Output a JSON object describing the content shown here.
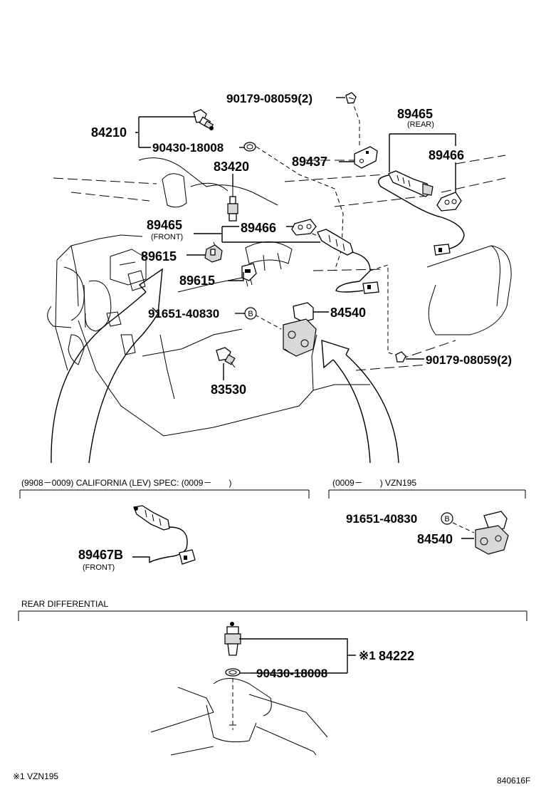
{
  "labels": {
    "bolt_upper": "90179-08059(2)",
    "sensor_84210": "84210",
    "gasket_upper": "90430-18008",
    "o2_rear_no": "89465",
    "o2_rear_sub": "(REAR)",
    "bracket": "89437",
    "gasket_rear": "89466",
    "sensor_83420": "83420",
    "o2_front_no": "89465",
    "o2_front_sub": "(FRONT)",
    "gasket_front": "89466",
    "sensor_89615_a": "89615",
    "sensor_89615_b": "89615",
    "screw": "91651-40830",
    "screw_marker": "B",
    "throttle_sensor": "84540",
    "bolt_lower": "90179-08059(2)",
    "sensor_83530": "83530",
    "alt_o2_no": "89467B",
    "alt_o2_sub": "(FRONT)",
    "alt_screw": "91651-40830",
    "alt_screw_marker": "B",
    "alt_throttle_sensor": "84540",
    "diff_gasket": "90430-18008",
    "diff_sensor_note": "※1",
    "diff_sensor": "84222"
  },
  "sections": {
    "california": "(9908－0009) CALIFORNIA (LEV) SPEC: (0009－　　)",
    "vzn195": "(0009－　　) VZN195",
    "rear_diff": "REAR DIFFERENTIAL"
  },
  "footnote": "※1 VZN195",
  "diagram_code": "840616F"
}
